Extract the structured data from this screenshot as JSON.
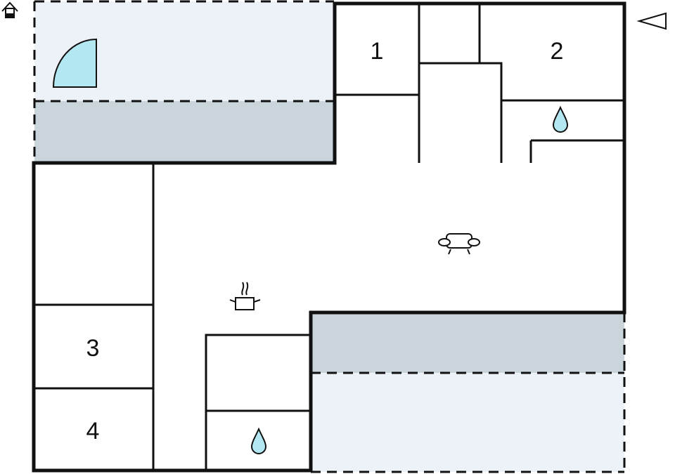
{
  "rooms": [
    {
      "label": "1"
    },
    {
      "label": "2"
    },
    {
      "label": "3"
    },
    {
      "label": "4"
    }
  ],
  "icons": {
    "entrance": "home-entrance-icon",
    "north": "direction-arrow-icon",
    "door": "door-swing-icon",
    "bathroom": "water-drop-icon",
    "kitchen": "cooking-pot-icon",
    "living": "sofa-icon"
  },
  "colors": {
    "terrace": "#edf1f8",
    "covered": "#c9d5da",
    "wall": "#111111",
    "water": "#b3e8f2"
  }
}
